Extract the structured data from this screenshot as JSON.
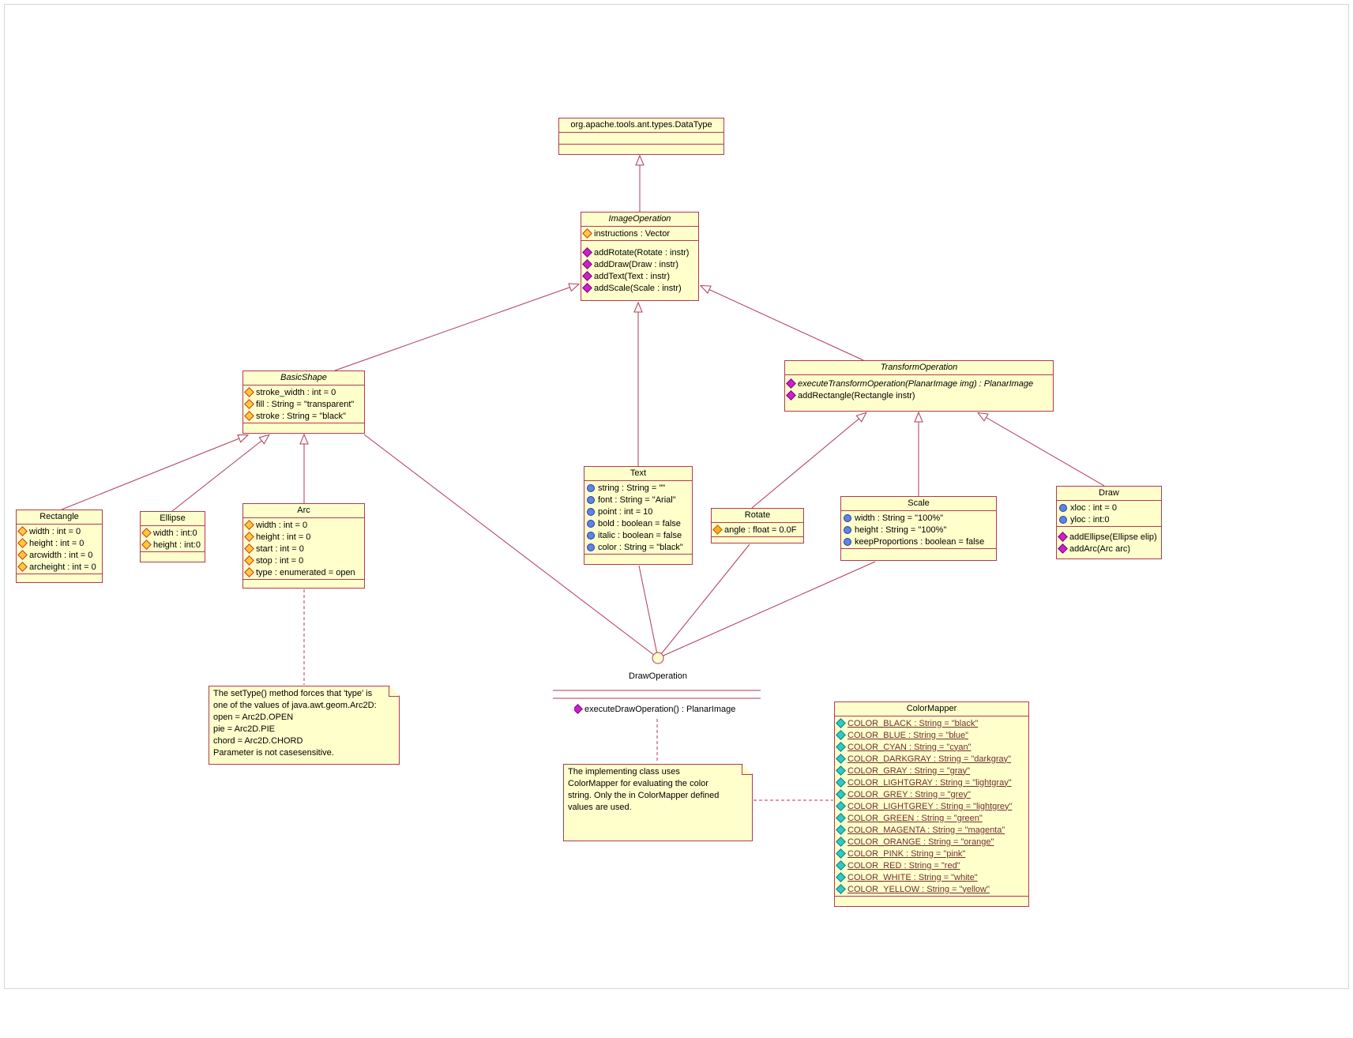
{
  "diagram": {
    "background": "#FFFFFF",
    "box_fill": "#FFFFCC",
    "border_color": "#B03A55",
    "text_color": "#000000",
    "static_member_color": "#703030"
  },
  "icons": {
    "attribute_key": "#FFCC33",
    "operation_diamond": "#CC22CC",
    "attribute_ball": "#5C85E8",
    "attribute_orange": "#FFAA22",
    "static_attribute_cyan": "#2FC9C9"
  },
  "classes": {
    "dataType": {
      "name": "org.apache.tools.ant.types.DataType"
    },
    "imageOperation": {
      "name": "ImageOperation",
      "attributes": [
        {
          "text": "instructions : Vector"
        }
      ],
      "operations": [
        {
          "text": "addRotate(Rotate : instr)"
        },
        {
          "text": "addDraw(Draw : instr)"
        },
        {
          "text": "addText(Text : instr)"
        },
        {
          "text": "addScale(Scale : instr)"
        }
      ]
    },
    "basicShape": {
      "name": "BasicShape",
      "attributes": [
        {
          "text": "stroke_width : int = 0"
        },
        {
          "text": "fill : String = \"transparent\""
        },
        {
          "text": "stroke : String = \"black\""
        }
      ]
    },
    "transformOperation": {
      "name": "TransformOperation",
      "operations": [
        {
          "text": "executeTransformOperation(PlanarImage img) : PlanarImage"
        },
        {
          "text": "addRectangle(Rectangle instr)"
        }
      ]
    },
    "rectangle": {
      "name": "Rectangle",
      "attributes": [
        {
          "text": "width : int = 0"
        },
        {
          "text": "height : int = 0"
        },
        {
          "text": "arcwidth : int = 0"
        },
        {
          "text": "archeight : int = 0"
        }
      ]
    },
    "ellipse": {
      "name": "Ellipse",
      "attributes": [
        {
          "text": "width : int:0"
        },
        {
          "text": "height : int:0"
        }
      ]
    },
    "arc": {
      "name": "Arc",
      "attributes": [
        {
          "text": "width : int = 0"
        },
        {
          "text": "height : int = 0"
        },
        {
          "text": "start : int = 0"
        },
        {
          "text": "stop : int = 0"
        },
        {
          "text": "type : enumerated = open"
        }
      ]
    },
    "text": {
      "name": "Text",
      "attributes": [
        {
          "text": "string : String = \"\""
        },
        {
          "text": "font : String = \"Arial\""
        },
        {
          "text": "point : int = 10"
        },
        {
          "text": "bold : boolean = false"
        },
        {
          "text": "italic : boolean = false"
        },
        {
          "text": "color : String = \"black\""
        }
      ]
    },
    "rotate": {
      "name": "Rotate",
      "attributes": [
        {
          "text": "angle : float = 0.0F"
        }
      ]
    },
    "scale": {
      "name": "Scale",
      "attributes": [
        {
          "text": "width : String = \"100%\""
        },
        {
          "text": "height : String = \"100%\""
        },
        {
          "text": "keepProportions : boolean = false"
        }
      ]
    },
    "draw": {
      "name": "Draw",
      "attributes": [
        {
          "text": "xloc : int = 0"
        },
        {
          "text": "yloc : int:0"
        }
      ],
      "operations": [
        {
          "text": "addEllipse(Ellipse elip)"
        },
        {
          "text": "addArc(Arc arc)"
        }
      ]
    },
    "colorMapper": {
      "name": "ColorMapper",
      "attributes": [
        {
          "text": "COLOR_BLACK : String = \"black\""
        },
        {
          "text": "COLOR_BLUE : String = \"blue\""
        },
        {
          "text": "COLOR_CYAN : String = \"cyan\""
        },
        {
          "text": "COLOR_DARKGRAY : String = \"darkgray\""
        },
        {
          "text": "COLOR_GRAY : String = \"gray\""
        },
        {
          "text": "COLOR_LIGHTGRAY : String = \"lightgray\""
        },
        {
          "text": "COLOR_GREY : String = \"grey\""
        },
        {
          "text": "COLOR_LIGHTGREY : String = \"lightgrey\""
        },
        {
          "text": "COLOR_GREEN : String = \"green\""
        },
        {
          "text": "COLOR_MAGENTA : String = \"magenta\""
        },
        {
          "text": "COLOR_ORANGE : String = \"orange\""
        },
        {
          "text": "COLOR_PINK : String = \"pink\""
        },
        {
          "text": "COLOR_RED : String = \"red\""
        },
        {
          "text": "COLOR_WHITE : String = \"white\""
        },
        {
          "text": "COLOR_YELLOW : String = \"yellow\""
        }
      ]
    }
  },
  "interfaceElement": {
    "name": "DrawOperation",
    "operation": "executeDrawOperation() : PlanarImage"
  },
  "notes": {
    "arcNote": {
      "lines": [
        "The setType() method forces that 'type' is",
        "one of the values of java.awt.geom.Arc2D:",
        "open = Arc2D.OPEN",
        "pie = Arc2D.PIE",
        "chord = Arc2D.CHORD",
        "Parameter is not casesensitive."
      ]
    },
    "colorNote": {
      "lines": [
        "The implementing class uses",
        "ColorMapper for evaluating the color",
        "string. Only the in ColorMapper defined",
        "values are used."
      ]
    }
  }
}
